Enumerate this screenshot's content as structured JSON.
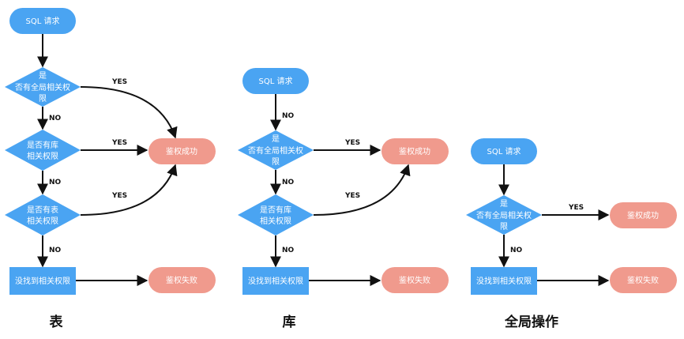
{
  "colors": {
    "node_blue": "#4aa4f2",
    "node_salmon": "#f09a8d",
    "edge": "#111111",
    "text_light": "#ffffff"
  },
  "edge_labels": {
    "yes": "YES",
    "no": "NO"
  },
  "flows": [
    {
      "caption": "表",
      "start": "SQL 请求",
      "checks": [
        [
          "是",
          "否有全局相关权",
          "限"
        ],
        [
          "是否有库",
          "相关权限"
        ],
        [
          "是否有表",
          "相关权限"
        ]
      ],
      "fail_box": "没找到相关权限",
      "success": "鉴权成功",
      "failure": "鉴权失败"
    },
    {
      "caption": "库",
      "start": "SQL 请求",
      "checks": [
        [
          "是",
          "否有全局相关权",
          "限"
        ],
        [
          "是否有库",
          "相关权限"
        ]
      ],
      "fail_box": "没找到相关权限",
      "success": "鉴权成功",
      "failure": "鉴权失败"
    },
    {
      "caption": "全局操作",
      "start": "SQL 请求",
      "checks": [
        [
          "是",
          "否有全局相关权",
          "限"
        ]
      ],
      "fail_box": "没找到相关权限",
      "success": "鉴权成功",
      "failure": "鉴权失败"
    }
  ]
}
